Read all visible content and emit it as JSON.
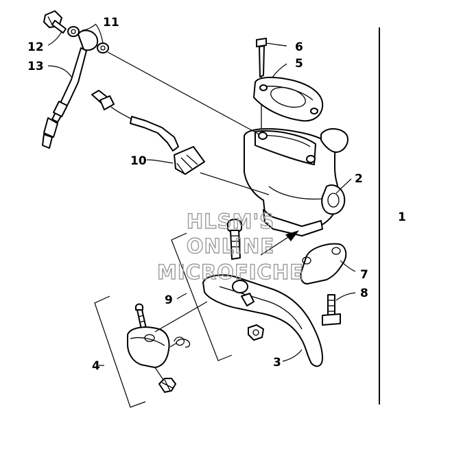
{
  "diagram": {
    "callouts": {
      "c1": "1",
      "c2": "2",
      "c3": "3",
      "c4": "4",
      "c5": "5",
      "c6": "6",
      "c7": "7",
      "c8": "8",
      "c9": "9",
      "c10": "10",
      "c11": "11",
      "c12": "12",
      "c13": "13"
    },
    "watermark": {
      "line1": "HLSM'S",
      "line2": "ONLINE",
      "line3": "MICROFICHE"
    }
  }
}
